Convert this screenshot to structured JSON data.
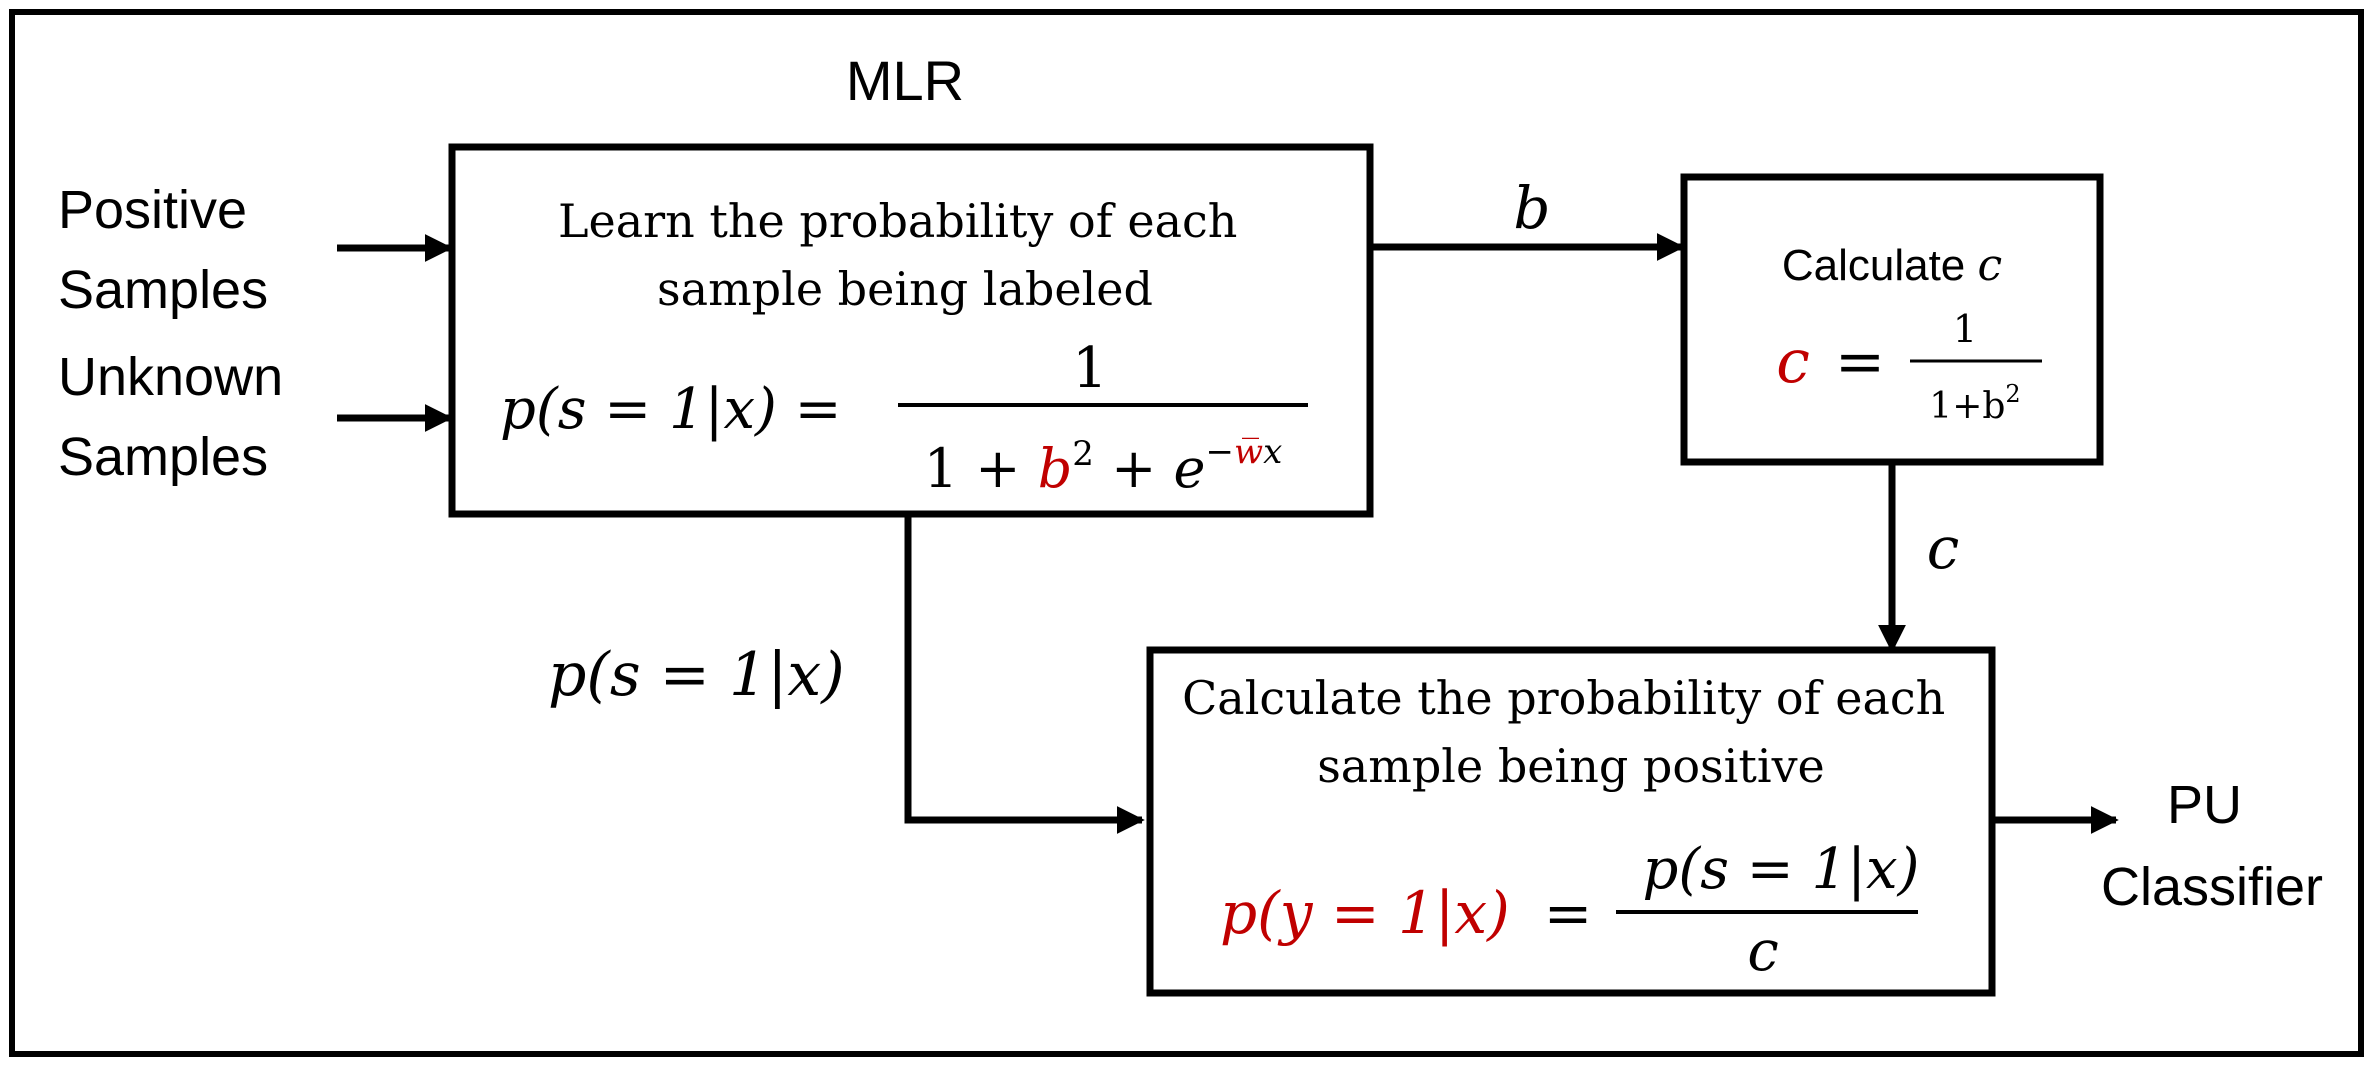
{
  "header": {
    "title": "MLR"
  },
  "inputs": {
    "positive": [
      "Positive",
      "Samples"
    ],
    "unknown": [
      "Unknown",
      "Samples"
    ]
  },
  "mlr_box": {
    "text_line1": "Learn the probability of each",
    "text_line2": "sample being labeled",
    "lhs": "p(s = 1|x) =",
    "numerator": "1",
    "den_a": "1 + ",
    "den_b": "b",
    "den_c": "2",
    "den_d": " + e",
    "den_e": "−",
    "den_f": "w̅",
    "den_g": "x"
  },
  "calc_c_box": {
    "label": "Calculate",
    "label_var": "c",
    "lhs": "c",
    "eq": "=",
    "numerator": "1",
    "den": "1+b",
    "den_sup": "2"
  },
  "arrow_labels": {
    "b": "b",
    "c": "c",
    "p": "p(s = 1|x)"
  },
  "positive_box": {
    "text_line1": "Calculate the probability of each",
    "text_line2": "sample being positive",
    "lhs": "p(y = 1|x)",
    "eq": "=",
    "numerator": "p(s = 1|x)",
    "denominator": "c"
  },
  "output": {
    "line1": "PU",
    "line2": "Classifier"
  },
  "colors": {
    "accent": "#c00000",
    "stroke": "#000000"
  }
}
